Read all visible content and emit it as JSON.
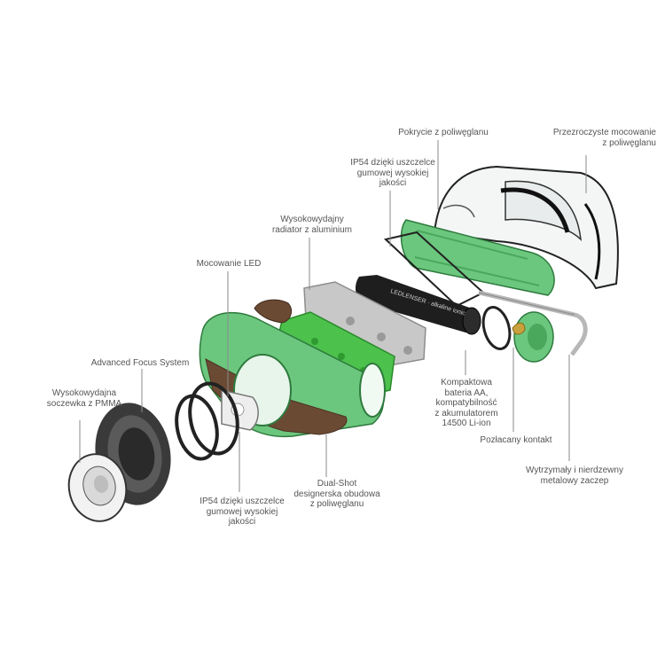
{
  "labels": {
    "polycarbonate_cover": "Pokrycie z poliwęglanu",
    "transparent_mount": "Przezroczyste mocowanie\nz poliwęglanu",
    "ip54_top": "IP54 dzięki uszczelce\ngumowej wysokiej\njakości",
    "radiator": "Wysokowydajny\nradiator z aluminium",
    "led_mount": "Mocowanie LED",
    "focus_system": "Advanced Focus System",
    "lens": "Wysokowydajna\nsoczewka z PMMA",
    "battery": "Kompaktowa\nbateria AA,\nkompatybilność\nz akumulatorem\n14500 Li-ion",
    "gold_contact": "Pozłacany kontakt",
    "steel_clip": "Wytrzymały i nierdzewny\nmetalowy zaczep",
    "housing": "Dual-Shot\ndesignerska obudowa\nz poliwęglanu",
    "ip54_bottom": "IP54 dzięki uszczelce\ngumowej wysokiej\njakości"
  },
  "colors": {
    "label_text": "#555555",
    "leader_line": "#8a8a8a",
    "green_body": "#6cc77e",
    "brown_body": "#6b4a34",
    "dark_ring": "#3a3a3a",
    "aluminium": "#c8c8c8",
    "battery_black": "#1e1e1e"
  }
}
